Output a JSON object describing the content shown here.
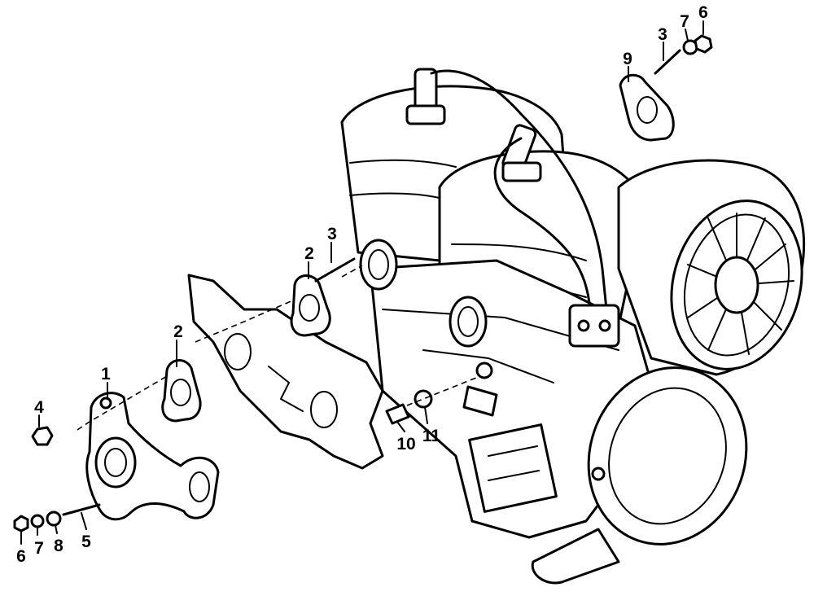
{
  "callouts": {
    "c1": "1",
    "c2a": "2",
    "c2b": "2",
    "c3a": "3",
    "c3b": "3",
    "c4": "4",
    "c5": "5",
    "c6a": "6",
    "c6b": "6",
    "c7a": "7",
    "c7b": "7",
    "c8": "8",
    "c9": "9",
    "c10": "10",
    "c11": "11"
  }
}
